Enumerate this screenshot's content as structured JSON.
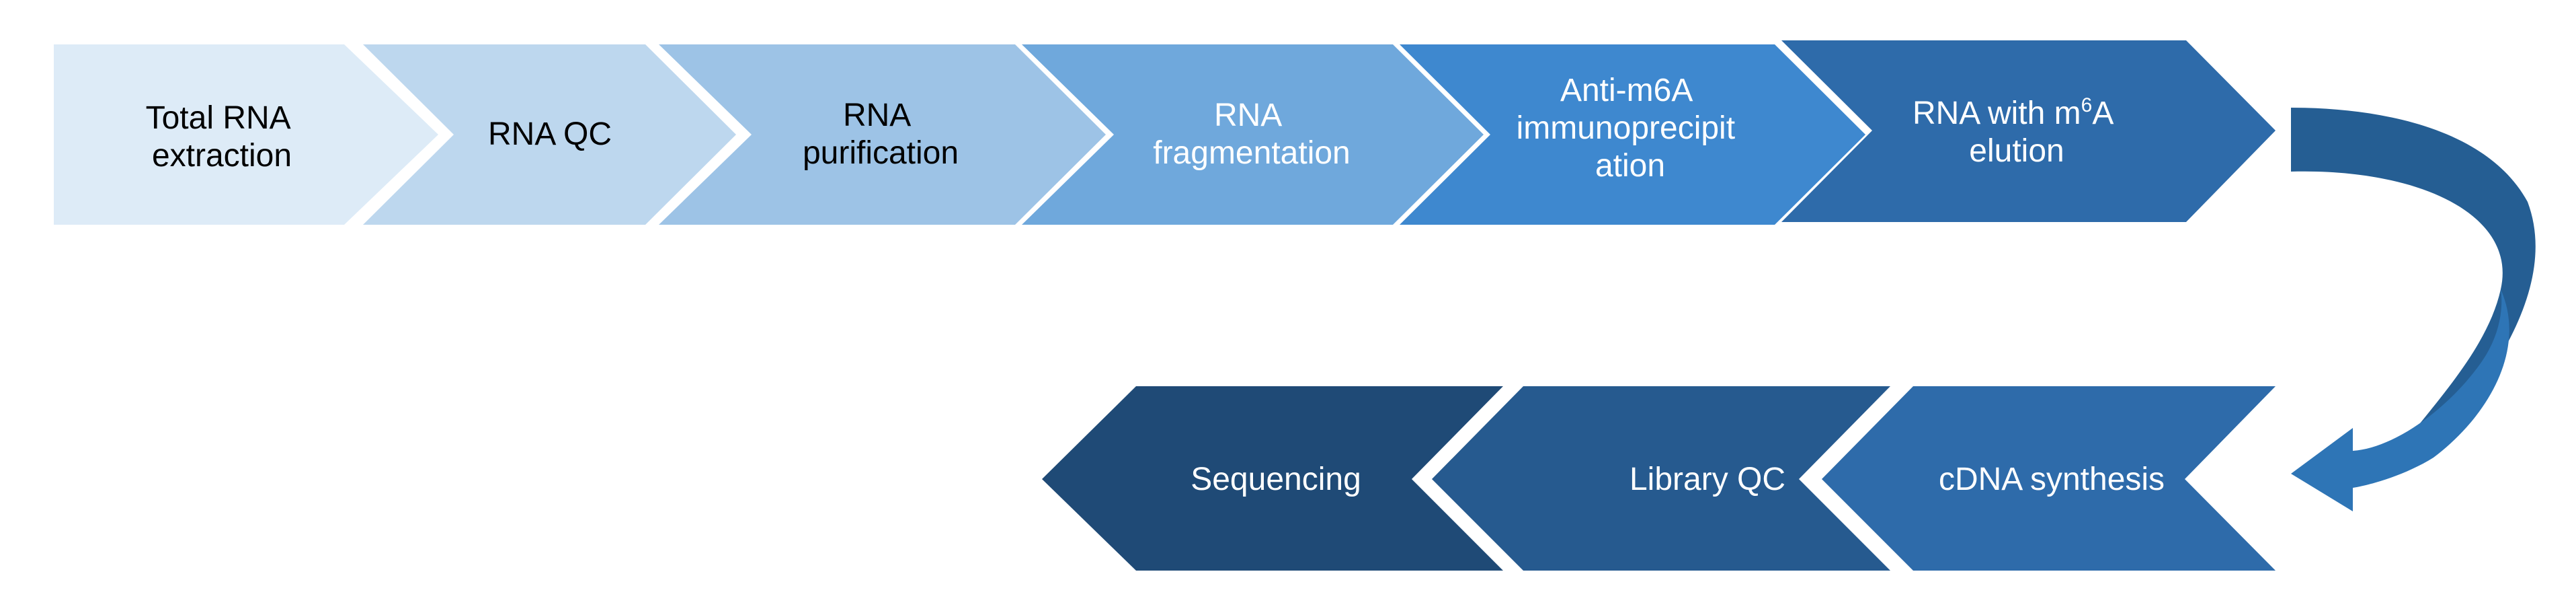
{
  "diagram": {
    "row1": [
      {
        "lines": [
          "Total RNA",
          "extraction"
        ],
        "fill": "#DDEBF7",
        "text_color": "#000000"
      },
      {
        "lines": [
          "RNA QC"
        ],
        "fill": "#BDD7EE",
        "text_color": "#000000"
      },
      {
        "lines": [
          "RNA",
          "purification"
        ],
        "fill": "#9DC3E6",
        "text_color": "#000000"
      },
      {
        "lines": [
          "RNA",
          "fragmentation"
        ],
        "fill": "#6FA8DC",
        "text_color": "#FFFFFF"
      },
      {
        "lines": [
          "Anti-m6A",
          "immunoprecipit",
          "ation"
        ],
        "fill": "#3E88CF",
        "text_color": "#FFFFFF"
      },
      {
        "lines": [
          "RNA with m",
          "elution"
        ],
        "superscript": "6",
        "superscript_suffix": "A",
        "fill": "#2E6BAA",
        "text_color": "#FFFFFF"
      }
    ],
    "row2": [
      {
        "lines": [
          "Sequencing"
        ],
        "fill": "#1F4A76",
        "text_color": "#FFFFFF"
      },
      {
        "lines": [
          "Library QC"
        ],
        "fill": "#265A8F",
        "text_color": "#FFFFFF"
      },
      {
        "lines": [
          "cDNA synthesis"
        ],
        "fill": "#2E6BAA",
        "text_color": "#FFFFFF"
      }
    ],
    "connector_arrow": {
      "fill": "#2E75B6",
      "shade": "#255E93",
      "direction": "curved-down-left"
    }
  }
}
